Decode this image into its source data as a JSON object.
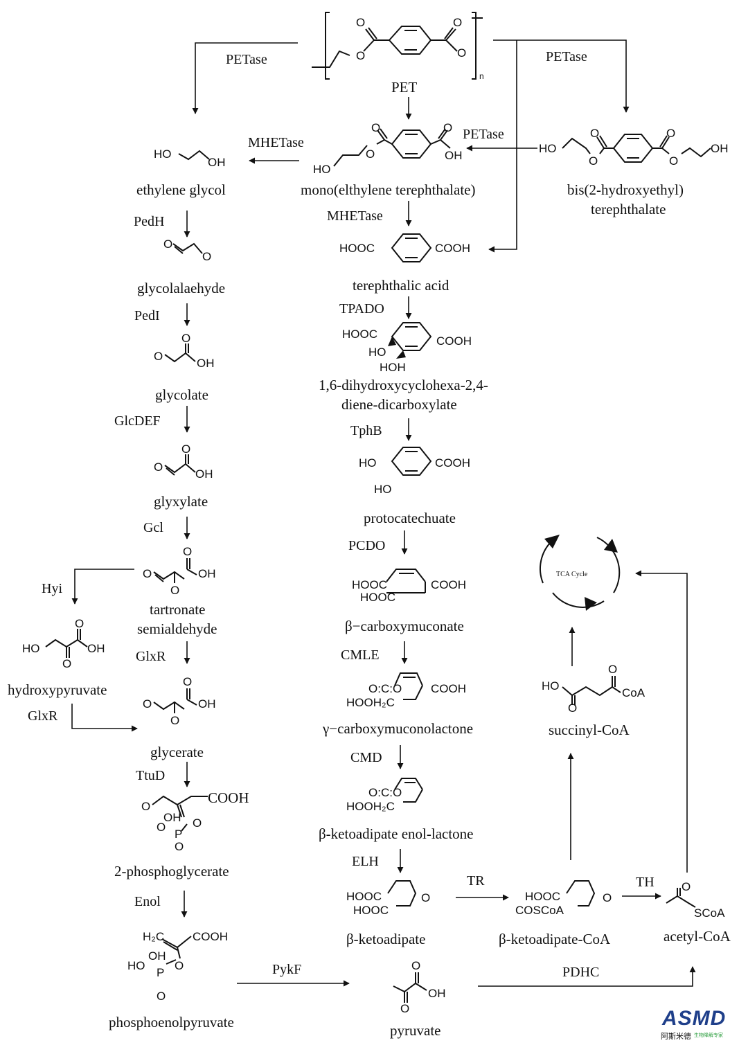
{
  "enzymes": {
    "petase_left": "PETase",
    "petase_right": "PETase",
    "petase_mid": "PETase",
    "mhetase_left": "MHETase",
    "mhetase_down": "MHETase",
    "pedh": "PedH",
    "pedi": "PedI",
    "glcdef": "GlcDEF",
    "gcl": "Gcl",
    "hyi": "Hyi",
    "glxr_1": "GlxR",
    "glxr_2": "GlxR",
    "ttud": "TtuD",
    "enol": "Enol",
    "pykf": "PykF",
    "tpado": "TPADO",
    "tphb": "TphB",
    "pcdo": "PCDO",
    "cmle": "CMLE",
    "cmd": "CMD",
    "elh": "ELH",
    "tr": "TR",
    "th": "TH",
    "pdhc": "PDHC"
  },
  "compounds": {
    "pet": "PET",
    "ethylene_glycol": "ethylene glycol",
    "mhet": "mono(elthylene terephthalate)",
    "bhet_1": "bis(2-hydroxyethyl)",
    "bhet_2": "terephthalate",
    "terephthalic_acid": "terephthalic acid",
    "glycolaldehyde": "glycolalaehyde",
    "glycolate": "glycolate",
    "glyoxylate": "glyxylate",
    "tartronate_1": "tartronate",
    "tartronate_2": "semialdehyde",
    "hydroxypyruvate": "hydroxypyruvate",
    "glycerate": "glycerate",
    "phosphoglycerate": "2-phosphoglycerate",
    "pep": "phosphoenolpyruvate",
    "pyruvate": "pyruvate",
    "dihydroxy_1": "1,6-dihydroxycyclohexa-2,4-",
    "dihydroxy_2": "diene-dicarboxylate",
    "protocatechuate": "protocatechuate",
    "carboxymuconate": "β−carboxymuconate",
    "carboxymuconolactone": "γ−carboxymuconolactone",
    "enol_lactone": "β-ketoadipate enol-lactone",
    "ketoadipate": "β-ketoadipate",
    "ketoadipate_coa": "β-ketoadipate-CoA",
    "acetyl_coa": "acetyl-CoA",
    "succinyl_coa": "succinyl-CoA",
    "tca_cycle": "TCA Cycle"
  },
  "structure_text": {
    "ho": "HO",
    "oh": "OH",
    "o": "O",
    "n": "n",
    "hooc": "HOOC",
    "cooh": "COOH",
    "hooh2c": "HOOH₂C",
    "coscoa": "COSCoA",
    "scoa": "SCoA",
    "coa": "CoA",
    "h2c": "H₂C",
    "p": "P",
    "hoh": "HOH",
    "oco": "O:C:O"
  },
  "logo": {
    "word": "ASMD",
    "cn": "阿斯米德",
    "sub": "生物降解专家",
    "brand_color": "#1f3f8a",
    "accent_color": "#2a9d3c"
  }
}
